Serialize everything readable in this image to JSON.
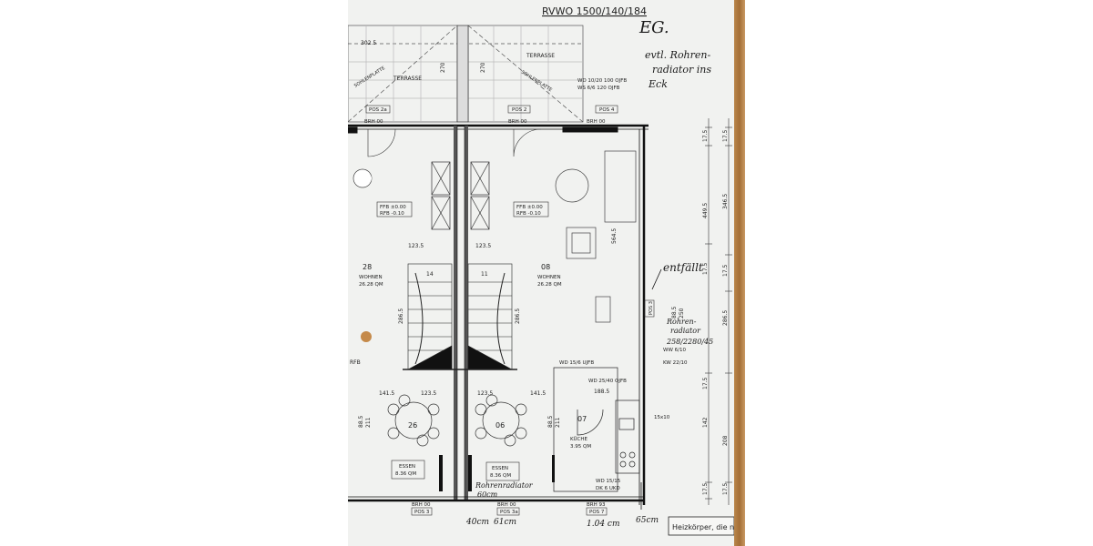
{
  "header": {
    "plan_code": "RVWO 1500/140/184",
    "floor": "EG."
  },
  "notes": {
    "note_radiator_line1": "evtl. Rohren-",
    "note_radiator_line2": "radiator ins",
    "note_radiator_line3": "Eck",
    "note_entfaellt": "entfällt",
    "note_rohren_line1": "Rohren-",
    "note_rohren_line2": "radiator",
    "note_rohren_size": "258/2280/45",
    "note_bottom_radiator": "Rohrenradiator",
    "note_bottom_60": "60cm",
    "note_40": "40cm",
    "note_61": "61cm",
    "note_104": "1.04 cm",
    "note_65": "65cm",
    "note_heizkoerper": "Heizkörper, die n"
  },
  "labels": {
    "terrasse_left": "TERRASSE",
    "terrasse_right": "TERRASSE",
    "sohlenplatte_left": "SOHLENPLATTE",
    "sohlenplatte_right": "SOHLENPLATTE",
    "wd_top": "WD 10/20 100 OJFB",
    "wd_top2": "WS 6/6 120 OJFB",
    "pos_2a": "POS 2a",
    "pos_2": "POS 2",
    "pos_4": "POS 4",
    "pos_3": "POS 3",
    "pos_3a": "POS 3a",
    "pos_7": "POS 7",
    "pos_3_right": "POS 3",
    "brh_left": "BRH 00",
    "brh_mid": "BRH 00",
    "brh_right": "BRH 00",
    "brh_bl": "BRH 00",
    "brh_bm": "BRH 00",
    "brh_br": "BRH 93",
    "ffb_left_1": "FFB ±0.00",
    "ffb_left_2": "RFB -0.10",
    "ffb_right_1": "FFB ±0.00",
    "ffb_right_2": "RFB -0.10",
    "room_28_no": "28",
    "room_28_name": "WOHNEN",
    "room_28_area": "26.28 QM",
    "room_08_no": "08",
    "room_08_name": "WOHNEN",
    "room_08_area": "26.28 QM",
    "room_26_no": "26",
    "room_06_no": "06",
    "room_07_no": "07",
    "kueche_name": "KÜCHE",
    "kueche_area": "3.95 QM",
    "essen_left_name": "ESSEN",
    "essen_left_area": "8.36 QM",
    "essen_right_name": "ESSEN",
    "essen_right_area": "8.36 QM",
    "wd_kitchen": "WD 15/6 UJFB",
    "wd_kitchen2": "WD 25/40 OJFB",
    "wd_bottom": "WD 15/15",
    "wd_bottom2": "DK 6 UKD",
    "wd_ww": "WW 6/10",
    "wd_kw": "KW 22/10",
    "wd_15x10": "15x10",
    "dim_3025": "302.5",
    "dim_270a": "270",
    "dim_270b": "270",
    "dim_1235a": "123.5",
    "dim_1235b": "123.5",
    "dim_1235c": "123.5",
    "dim_1235d": "123.5",
    "dim_1415a": "141.5",
    "dim_1415b": "141.5",
    "dim_1885": "188.5",
    "dim_2865a": "286.5",
    "dim_2865b": "286.5",
    "dim_5645": "564.5",
    "dim_14": "14",
    "dim_11": "11",
    "dim_885a": "88.5",
    "dim_885b": "88.5",
    "dim_211a": "211",
    "dim_211b": "211",
    "dim_rt_175a": "17.5",
    "dim_rt_175b": "17.5",
    "dim_rt_4495": "449.5",
    "dim_rt_3465": "346.5",
    "dim_rt_175c": "17.5",
    "dim_rt_885": "88.5",
    "dim_rt_250": "250",
    "dim_rt_2865": "286.5",
    "dim_rt_175d": "17.5",
    "dim_rt_175e": "17.5",
    "dim_rt_142": "142",
    "dim_rt_208": "208",
    "dim_rt_175f": "17.5",
    "dim_rt_175g": "17.5",
    "rfb_left": "RFB"
  }
}
